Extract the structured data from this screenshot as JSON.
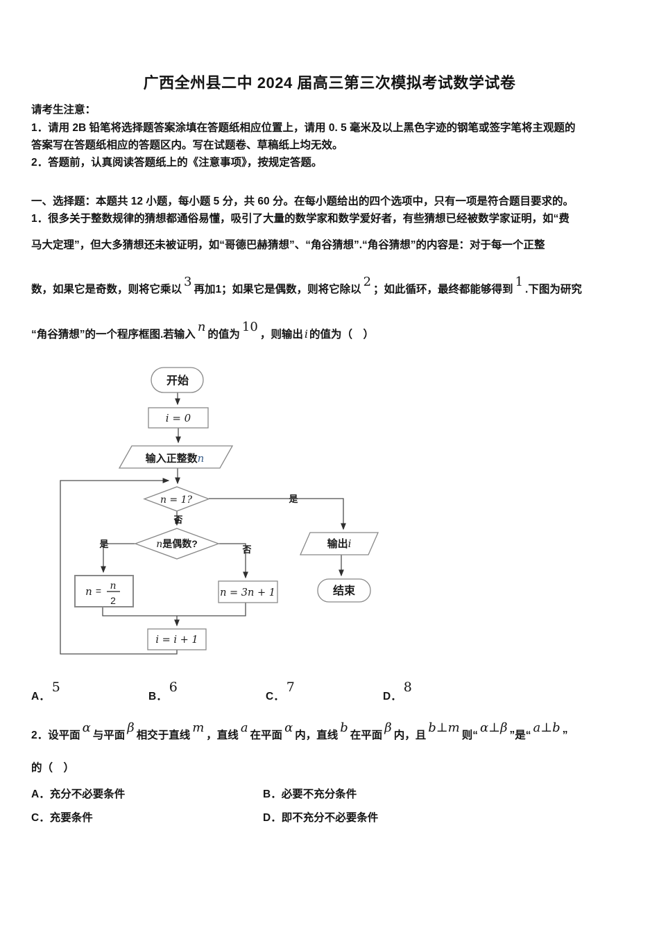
{
  "page_title": "广西全州县二中 2024 届高三第三次模拟考试数学试卷",
  "notice": {
    "heading": "请考生注意：",
    "line1": "1．请用 2B 铅笔将选择题答案涂填在答题纸相应位置上，请用 0. 5 毫米及以上黑色字迹的钢笔或签字笔将主观题的",
    "line2": "答案写在答题纸相应的答题区内。写在试题卷、草稿纸上均无效。",
    "line3": "2．答题前，认真阅读答题纸上的《注意事项》，按规定答题。"
  },
  "section1_header": "一、选择题：本题共 12 小题，每小题 5 分，共 60 分。在每小题给出的四个选项中，只有一项是符合题目要求的。",
  "q1": {
    "line1": "1．很多关于整数规律的猜想都通俗易懂，吸引了大量的数学家和数学爱好者，有些猜想已经被数学家证明，如“费",
    "line2": "马大定理”，但大多猜想还未被证明，如“哥德巴赫猜想”、“角谷猜想”.“角谷猜想”的内容是：对于每一个正整",
    "line3": {
      "s1": "数，如果它是奇数，则将它乘以",
      "sup1": "3",
      "s2": "再加1；如果它是偶数，则将它除以",
      "sup2": "2",
      "s3": "；如此循环，最终都能够得到",
      "sup3": "1",
      "s4": ".下图为研究"
    },
    "line4": {
      "s1": "“角谷猜想”的一个程序框图.若输入",
      "var1": "n",
      "s2": "的值为",
      "sup2": "10",
      "s3": "，则输出",
      "var2": "i",
      "s4": "的值为（　）"
    },
    "options": [
      {
        "letter": "A．",
        "value": "5"
      },
      {
        "letter": "B．",
        "value": "6"
      },
      {
        "letter": "C．",
        "value": "7"
      },
      {
        "letter": "D．",
        "value": "8"
      }
    ]
  },
  "flowchart": {
    "start": "开始",
    "init": "i = 0",
    "input_text": "输入正整数",
    "input_var": "n",
    "var_color": "#3a5f8a",
    "cond1": "n = 1?",
    "yes1": "是",
    "no1": "否",
    "cond2_var": "n",
    "cond2_text": "是偶数?",
    "yes2": "是",
    "no2": "否",
    "assign_half_lhs": "n",
    "assign_half_eq": "=",
    "assign_half_num": "n",
    "assign_half_den": "2",
    "assign_triple": "n = 3n + 1",
    "increment": "i = i + 1",
    "output_text": "输出",
    "output_var": "i",
    "end": "结束"
  },
  "q2": {
    "line1": {
      "s1": "2．设平面",
      "v1": "α",
      "s2": "与平面",
      "v2": "β",
      "s3": "相交于直线",
      "v3": "m",
      "s4": "，直线",
      "v4": "a",
      "s5": "在平面",
      "v5": "α",
      "s6": "内，直线",
      "v6": "b",
      "s7": "在平面",
      "v7": "β",
      "s8": "内，且",
      "v8": "b⊥m",
      "s9": "则“",
      "v9": "α⊥β",
      "s10": "”是“",
      "v10": "a⊥b",
      "s11": "”"
    },
    "line2": "的（　）",
    "options": [
      {
        "letter": "A．",
        "text": "充分不必要条件"
      },
      {
        "letter": "B．",
        "text": "必要不充分条件"
      },
      {
        "letter": "C．",
        "text": "充要条件"
      },
      {
        "letter": "D．",
        "text": "即不充分不必要条件"
      }
    ]
  }
}
